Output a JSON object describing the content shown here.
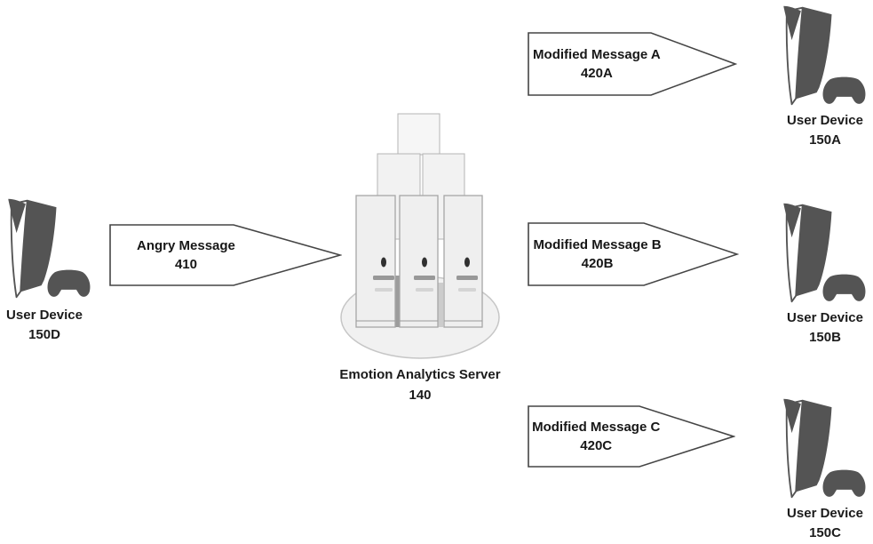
{
  "figure": {
    "source_device": {
      "label": "User Device",
      "ref": "150D"
    },
    "input_message": {
      "label": "Angry Message",
      "ref": "410"
    },
    "server": {
      "label": "Emotion Analytics Server",
      "ref": "140"
    },
    "output_messages": [
      {
        "label": "Modified Message A",
        "ref": "420A"
      },
      {
        "label": "Modified Message B",
        "ref": "420B"
      },
      {
        "label": "Modified Message C",
        "ref": "420C"
      }
    ],
    "target_devices": [
      {
        "label": "User Device",
        "ref": "150A"
      },
      {
        "label": "User Device",
        "ref": "150B"
      },
      {
        "label": "User Device",
        "ref": "150C"
      }
    ],
    "colors": {
      "icon_dark": "#545454",
      "arrow_border": "#454545",
      "text": "#1b1b1b",
      "server_fill": "#efefef"
    }
  }
}
